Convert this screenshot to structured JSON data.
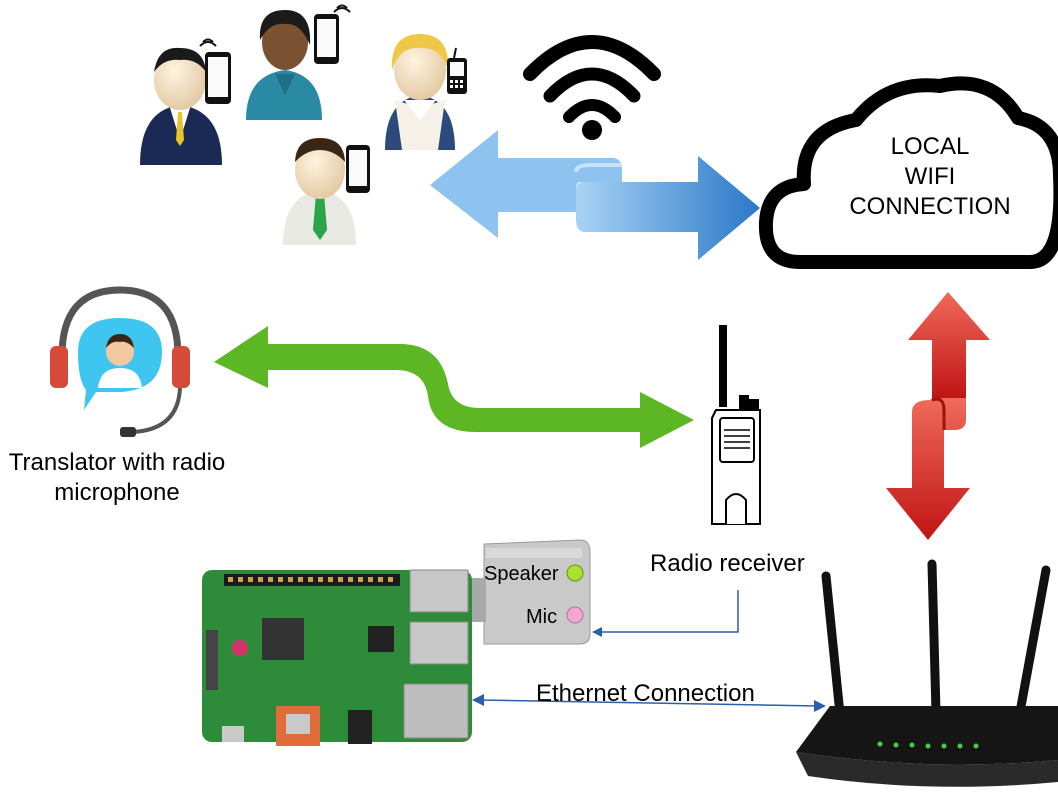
{
  "cloud": {
    "lines": [
      "LOCAL",
      "WIFI",
      "CONNECTION"
    ]
  },
  "translator": {
    "line1": "Translator with radio",
    "line2": "microphone"
  },
  "radio": {
    "label": "Radio receiver"
  },
  "usb_audio": {
    "speaker": "Speaker",
    "mic": "Mic"
  },
  "ethernet": {
    "label": "Ethernet Connection"
  },
  "colors": {
    "wifi_arrow": "#5aa3e0",
    "radio_arrow": "#5db624",
    "router_arrow": "#d42020",
    "connector_line": "#2a5fad",
    "speaker_jack": "#a6e22e",
    "mic_jack": "#f3a6cf",
    "pcb_green": "#2e8b3a"
  }
}
